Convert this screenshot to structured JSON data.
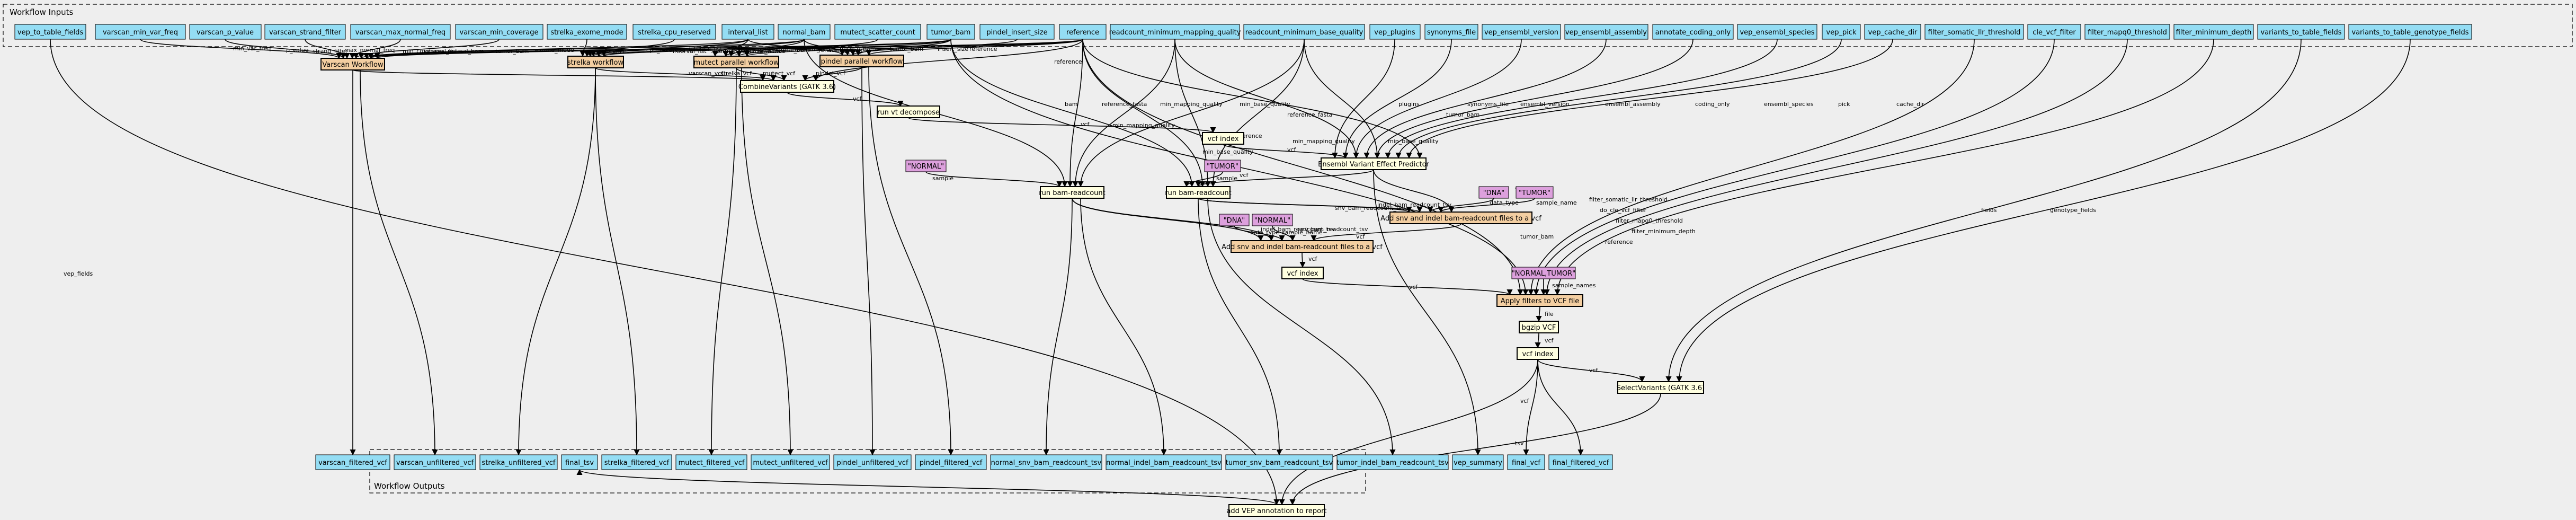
{
  "colors": {
    "background": "#eeeeee",
    "input_fill": "#94ddf4",
    "step_fill": "#ffffe0",
    "workflow_fill": "#f3cea1",
    "param_fill": "#dda0dd"
  },
  "inputs_cluster": {
    "title": "Workflow Inputs"
  },
  "outputs_cluster": {
    "title": "Workflow Outputs"
  },
  "inputs": {
    "vep_to_table_fields": "vep_to_table_fields",
    "varscan_min_var_freq": "varscan_min_var_freq",
    "varscan_p_value": "varscan_p_value",
    "varscan_strand_filter": "varscan_strand_filter",
    "varscan_max_normal_freq": "varscan_max_normal_freq",
    "varscan_min_coverage": "varscan_min_coverage",
    "strelka_exome_mode": "strelka_exome_mode",
    "strelka_cpu_reserved": "strelka_cpu_reserved",
    "interval_list": "interval_list",
    "normal_bam": "normal_bam",
    "mutect_scatter_count": "mutect_scatter_count",
    "tumor_bam": "tumor_bam",
    "pindel_insert_size": "pindel_insert_size",
    "reference": "reference",
    "readcount_minimum_mapping_quality": "readcount_minimum_mapping_quality",
    "readcount_minimum_base_quality": "readcount_minimum_base_quality",
    "vep_plugins": "vep_plugins",
    "synonyms_file": "synonyms_file",
    "vep_ensembl_version": "vep_ensembl_version",
    "vep_ensembl_assembly": "vep_ensembl_assembly",
    "annotate_coding_only": "annotate_coding_only",
    "vep_ensembl_species": "vep_ensembl_species",
    "vep_pick": "vep_pick",
    "vep_cache_dir": "vep_cache_dir",
    "filter_somatic_llr_threshold": "filter_somatic_llr_threshold",
    "cle_vcf_filter": "cle_vcf_filter",
    "filter_mapq0_threshold": "filter_mapq0_threshold",
    "filter_minimum_depth": "filter_minimum_depth",
    "variants_to_table_fields": "variants_to_table_fields",
    "variants_to_table_genotype_fields": "variants_to_table_genotype_fields"
  },
  "steps": {
    "varscan_workflow": "Varscan Workflow",
    "strelka_workflow": "strelka workflow",
    "mutect_parallel": "mutect parallel workflow",
    "pindel_parallel": "pindel parallel workflow",
    "combine_variants": "CombineVariants (GATK 3.6)",
    "vt_decompose": "run vt decompose",
    "vcf_index_1": "vcf index",
    "vep": "Ensembl Variant Effect Predictor",
    "normal_param": "\"NORMAL\"",
    "tumor_param": "\"TUMOR\"",
    "bam_readcount_normal": "run bam-readcount",
    "bam_readcount_tumor": "run bam-readcount",
    "dna_param_1": "\"DNA\"",
    "tumor_param_2": "\"TUMOR\"",
    "add_readcount_tumor": "Add snv and indel bam-readcount files to a vcf",
    "dna_param_2": "\"DNA\"",
    "normal_param_2": "\"NORMAL\"",
    "add_readcount_normal": "Add snv and indel bam-readcount files to a vcf",
    "vcf_index_2": "vcf index",
    "normal_tumor_param": "\"NORMAL,TUMOR\"",
    "apply_filters": "Apply filters to VCF file",
    "bgzip": "bgzip VCF",
    "vcf_index_3": "vcf index",
    "select_variants": "SelectVariants (GATK 3.6)",
    "add_vep_to_report": "add VEP annotation to report"
  },
  "outputs": {
    "varscan_filtered_vcf": "varscan_filtered_vcf",
    "varscan_unfiltered_vcf": "varscan_unfiltered_vcf",
    "strelka_unfiltered_vcf": "strelka_unfiltered_vcf",
    "final_tsv": "final_tsv",
    "strelka_filtered_vcf": "strelka_filtered_vcf",
    "mutect_filtered_vcf": "mutect_filtered_vcf",
    "mutect_unfiltered_vcf": "mutect_unfiltered_vcf",
    "pindel_unfiltered_vcf": "pindel_unfiltered_vcf",
    "pindel_filtered_vcf": "pindel_filtered_vcf",
    "normal_snv_bam_readcount_tsv": "normal_snv_bam_readcount_tsv",
    "normal_indel_bam_readcount_tsv": "normal_indel_bam_readcount_tsv",
    "tumor_snv_bam_readcount_tsv": "tumor_snv_bam_readcount_tsv",
    "tumor_indel_bam_readcount_tsv": "tumor_indel_bam_readcount_tsv",
    "vep_summary": "vep_summary",
    "final_vcf": "final_vcf",
    "final_filtered_vcf": "final_filtered_vcf"
  },
  "edge_labels": {
    "vep_fields": "vep_fields",
    "min_var_freq": "min_var_freq",
    "p_value": "p_value",
    "strand_filter": "strand_filter",
    "max_normal_freq": "max_normal_freq",
    "min_coverage": "min_coverage",
    "interval_list": "interval_list",
    "normal_bam": "normal_bam",
    "tumor_bam": "tumor_bam",
    "exome_mode": "exome_mode",
    "cpu_reserved": "cpu_reserved",
    "scatter_count": "scatter_count",
    "insert_size": "insert_size",
    "reference": "reference",
    "varscan_vcf": "varscan_vcf",
    "strelka_vcf": "strelka_vcf",
    "mutect_vcf": "mutect_vcf",
    "pindel_vcf": "pindel_vcf",
    "vcf": "vcf",
    "bam": "bam",
    "reference_fasta": "reference_fasta",
    "min_mapping_quality": "min_mapping_quality",
    "min_base_quality": "min_base_quality",
    "plugins": "plugins",
    "synonyms_file": "synonyms_file",
    "ensembl_version": "ensembl_version",
    "ensembl_assembly": "ensembl_assembly",
    "coding_only": "coding_only",
    "ensembl_species": "ensembl_species",
    "pick": "pick",
    "cache_dir": "cache_dir",
    "sample": "sample",
    "data_type": "data_type",
    "sample_name": "sample_name",
    "indel_bam_readcount_tsv": "indel_bam_readcount_tsv",
    "snv_bam_readcount_tsv": "snv_bam_readcount_tsv",
    "filter_somatic_llr_threshold": "filter_somatic_llr_threshold",
    "do_cle_vcf_filter": "do_cle_vcf_filter",
    "filter_mapq0_threshold": "filter_mapq0_threshold",
    "filter_minimum_depth": "filter_minimum_depth",
    "tumor_bam_lbl": "tumor_bam",
    "sample_names": "sample_names",
    "file": "file",
    "fields": "fields",
    "genotype_fields": "genotype_fields",
    "tsv": "tsv"
  }
}
